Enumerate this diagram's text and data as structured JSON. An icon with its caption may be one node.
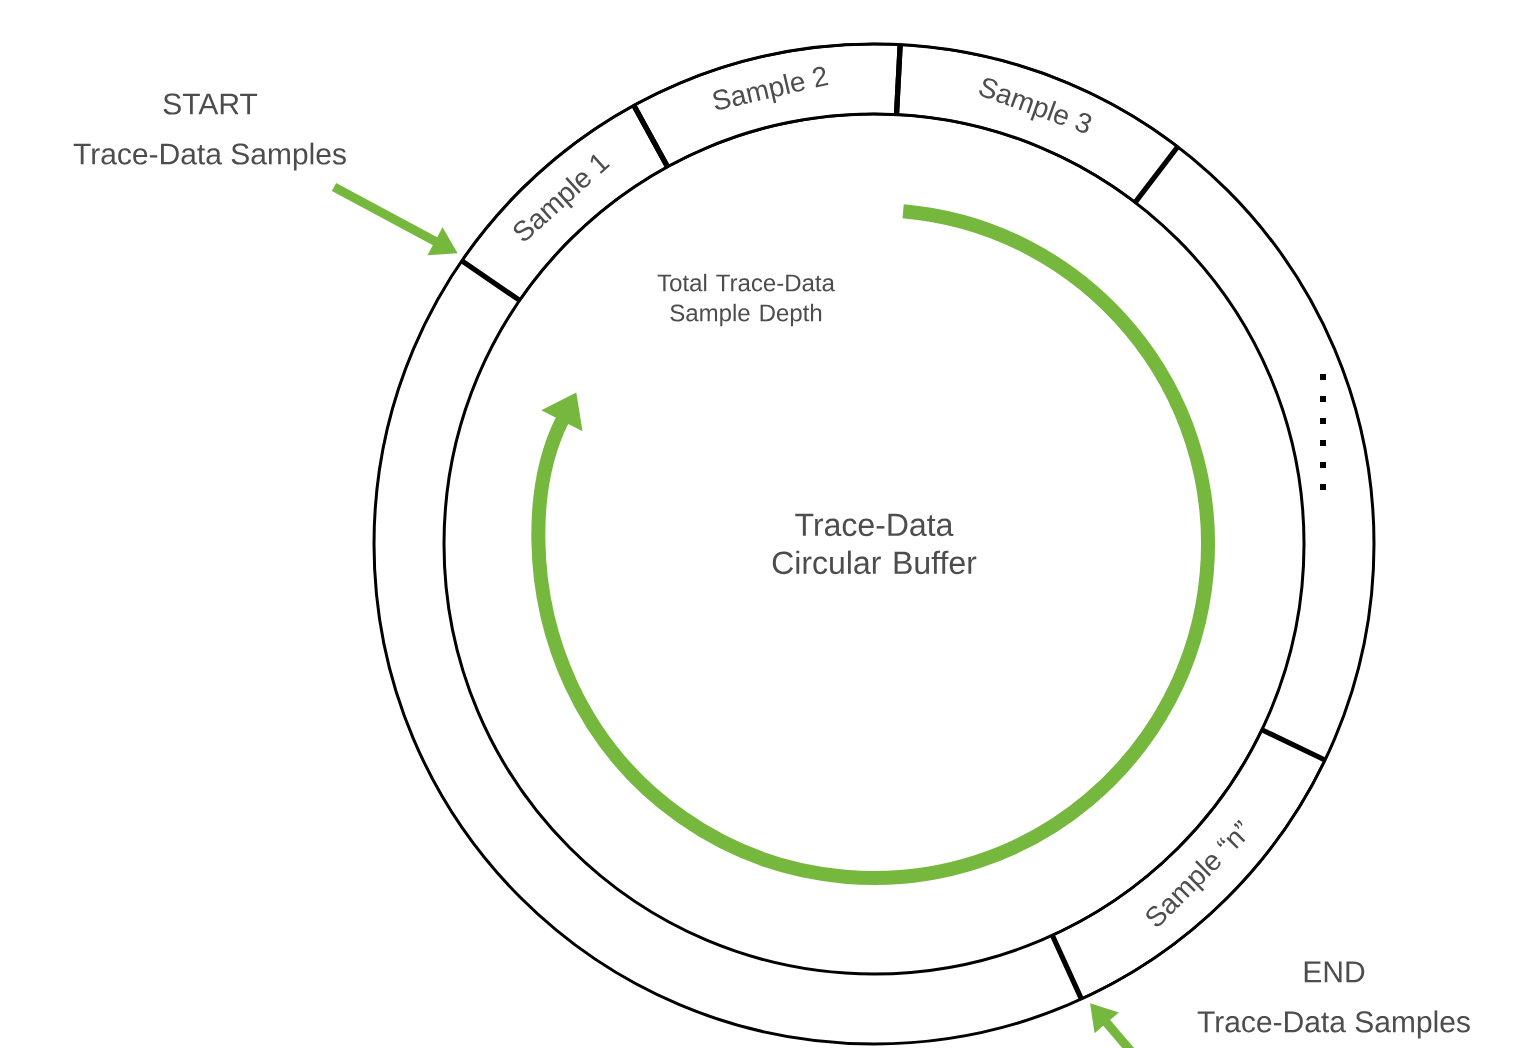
{
  "diagram": {
    "nodes": [
      {
        "text": [
          "Trace-Data Circular Buffer"
        ]
      },
      {
        "text": [
          "Sample 1"
        ],
        "in": 0
      },
      {
        "text": [
          "Sample 2"
        ],
        "in": 0
      },
      {
        "text": [
          "Sample 3"
        ],
        "in": 0
      },
      {
        "text": [
          "Sample “n”"
        ],
        "in": 0
      },
      {
        "text": [
          "START",
          "Trace-Data Samples"
        ]
      },
      {
        "text": [
          "END",
          "Trace-Data Samples"
        ]
      }
    ],
    "edges": [
      {
        "from": 5,
        "to": 0,
        "arrow": "to",
        "color": "#76b83e"
      },
      {
        "from": 6,
        "to": 0,
        "arrow": "to",
        "color": "#76b83e"
      }
    ],
    "labels": [
      "Total Trace-Data Sample Depth"
    ]
  }
}
